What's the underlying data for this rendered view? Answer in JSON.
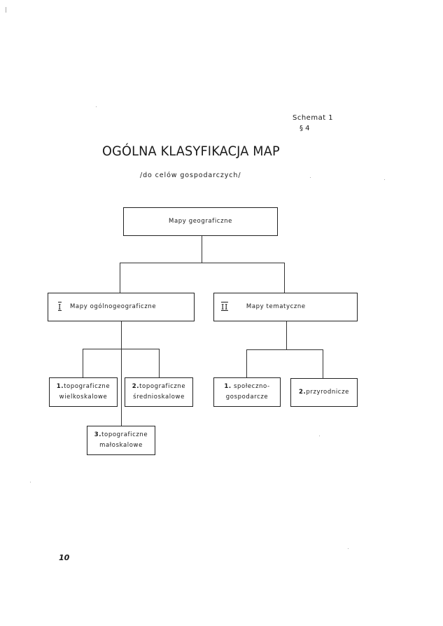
{
  "header": {
    "schema_label": "Schemat 1",
    "paragraph_ref": "§ 4"
  },
  "title": "OGÓLNA KLASYFIKACJA MAP",
  "subtitle": "/do celów gospodarczych/",
  "diagram": {
    "root": "Mapy geograficzne",
    "branch_1": {
      "roman": "I",
      "label": "Mapy ogólnogeograficzne"
    },
    "branch_2": {
      "roman": "II",
      "label": "Mapy tematyczne"
    },
    "leaf_1_1": {
      "num": "1.",
      "line1": "topograficzne",
      "line2": "wielkoskalowe"
    },
    "leaf_1_2": {
      "num": "2.",
      "line1": "topograficzne",
      "line2": "średnioskalowe"
    },
    "leaf_1_3": {
      "num": "3.",
      "line1": "topograficzne",
      "line2": "małoskalowe"
    },
    "leaf_2_1": {
      "num": "1.",
      "line1": "społeczno-",
      "line2": "gospodarcze"
    },
    "leaf_2_2": {
      "num": "2.",
      "label": "przyrodnicze"
    }
  },
  "page_number": "10"
}
